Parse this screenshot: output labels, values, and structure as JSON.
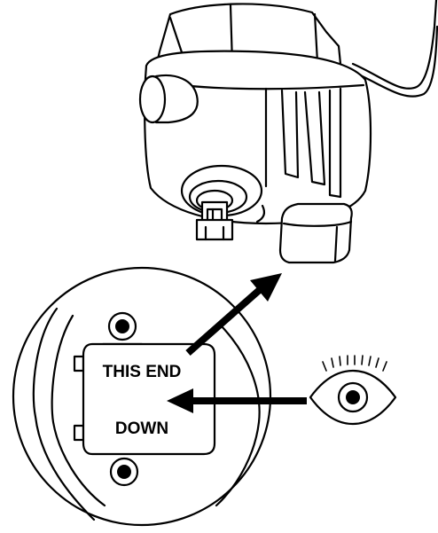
{
  "label": {
    "line1": "THIS END",
    "line2": "DOWN"
  },
  "icons": [
    "device-illustration",
    "zoom-circle",
    "arrow-up-right",
    "arrow-left",
    "eye-icon"
  ],
  "colors": {
    "ink": "#000000",
    "paper": "#ffffff"
  }
}
